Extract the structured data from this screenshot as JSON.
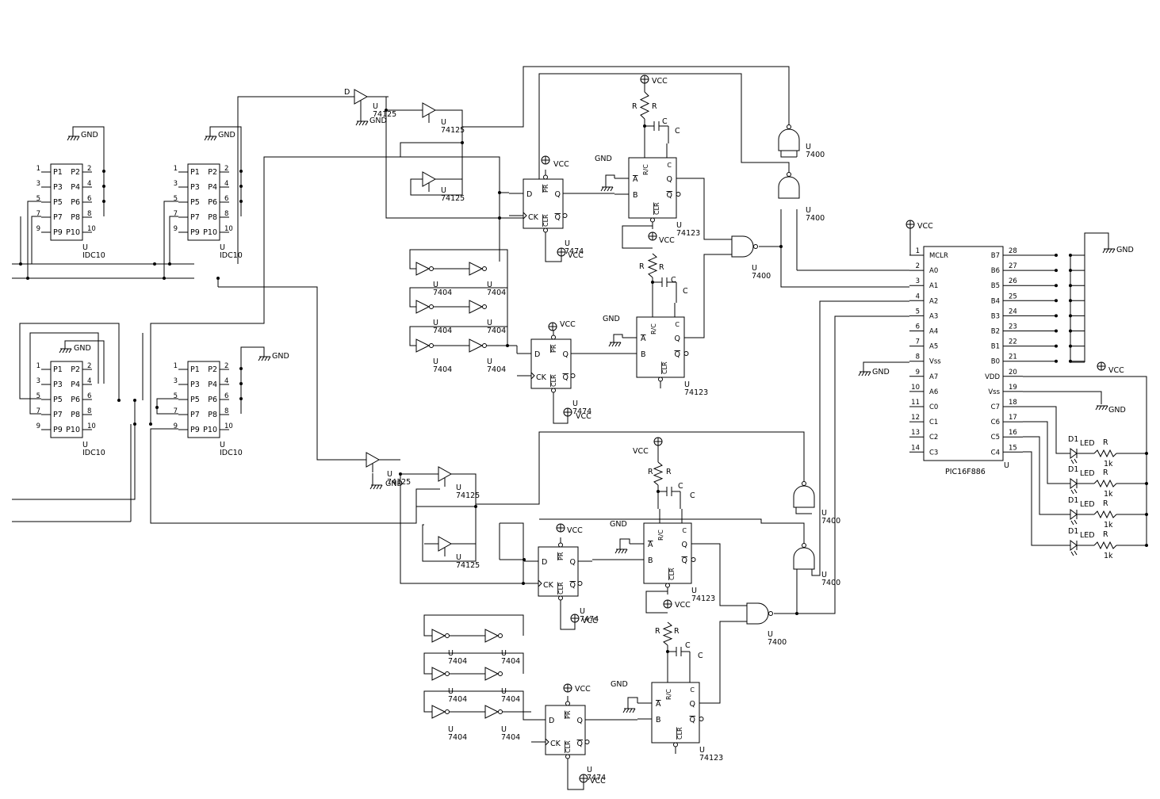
{
  "labels": {
    "gnd": "GND",
    "vcc": "VCC",
    "u": "U",
    "r": "R",
    "c": "C",
    "d1": "D1",
    "led": "LED",
    "k1": "1k",
    "buf": "74125",
    "inv": "7404",
    "dff": "7474",
    "mono": "74123",
    "nand": "7400",
    "idc": "IDC10",
    "mcu": "PIC16F886"
  },
  "idc_pins": {
    "left": [
      "P1",
      "P3",
      "P5",
      "P7",
      "P9"
    ],
    "right": [
      "P2",
      "P4",
      "P6",
      "P8",
      "P10"
    ],
    "left_nums": [
      "1",
      "3",
      "5",
      "7",
      "9"
    ],
    "right_nums": [
      "2",
      "4",
      "6",
      "8",
      "10"
    ]
  },
  "dff_pins": {
    "d": "D",
    "ck": "CK",
    "q": "Q",
    "qn": "Q",
    "pr": "PR",
    "clr": "CLR"
  },
  "mono_pins": {
    "a": "A",
    "b": "B",
    "q": "Q",
    "qn": "Q",
    "rc": "R/C",
    "c": "C",
    "clr": "CLR"
  },
  "pic": {
    "left_names": [
      "MCLR",
      "A0",
      "A1",
      "A2",
      "A3",
      "A4",
      "A5",
      "Vss",
      "A7",
      "A6",
      "C0",
      "C1",
      "C2",
      "C3"
    ],
    "left_nums": [
      "1",
      "2",
      "3",
      "4",
      "5",
      "6",
      "7",
      "8",
      "9",
      "10",
      "11",
      "12",
      "13",
      "14"
    ],
    "right_names": [
      "B7",
      "B6",
      "B5",
      "B4",
      "B3",
      "B2",
      "B1",
      "B0",
      "VDD",
      "Vss",
      "C7",
      "C6",
      "C5",
      "C4"
    ],
    "right_nums": [
      "28",
      "27",
      "26",
      "25",
      "24",
      "23",
      "22",
      "21",
      "20",
      "19",
      "18",
      "17",
      "16",
      "15"
    ]
  }
}
